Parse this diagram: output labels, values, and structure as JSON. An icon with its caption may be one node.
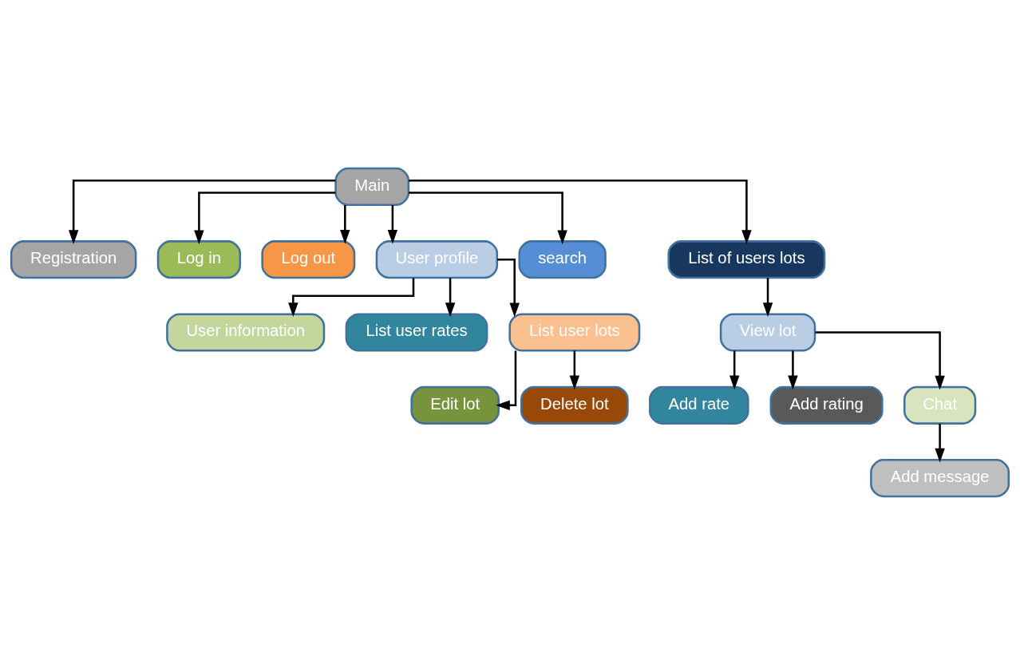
{
  "diagram": {
    "nodes": [
      {
        "text": [
          "Main"
        ]
      },
      {
        "text": [
          "Registration"
        ]
      },
      {
        "text": [
          "Log in"
        ]
      },
      {
        "text": [
          "Log out"
        ]
      },
      {
        "text": [
          "User profile"
        ]
      },
      {
        "text": [
          "search"
        ]
      },
      {
        "text": [
          "List of users lots"
        ]
      },
      {
        "text": [
          "User information"
        ]
      },
      {
        "text": [
          "List user rates"
        ]
      },
      {
        "text": [
          "List user lots"
        ]
      },
      {
        "text": [
          "Edit lot"
        ]
      },
      {
        "text": [
          "Delete lot"
        ]
      },
      {
        "text": [
          "View lot"
        ]
      },
      {
        "text": [
          "Add rate"
        ]
      },
      {
        "text": [
          "Add rating"
        ]
      },
      {
        "text": [
          "Chat"
        ]
      },
      {
        "text": [
          "Add message"
        ]
      }
    ],
    "edges": [
      {
        "from": 0,
        "to": 1,
        "arrow": "to"
      },
      {
        "from": 0,
        "to": 2,
        "arrow": "to"
      },
      {
        "from": 0,
        "to": 3,
        "arrow": "to"
      },
      {
        "from": 0,
        "to": 4,
        "arrow": "to"
      },
      {
        "from": 0,
        "to": 5,
        "arrow": "to"
      },
      {
        "from": 0,
        "to": 6,
        "arrow": "to"
      },
      {
        "from": 4,
        "to": 7,
        "arrow": "to"
      },
      {
        "from": 4,
        "to": 8,
        "arrow": "to"
      },
      {
        "from": 4,
        "to": 9,
        "arrow": "to"
      },
      {
        "from": 9,
        "to": 10,
        "arrow": "to"
      },
      {
        "from": 9,
        "to": 11,
        "arrow": "to"
      },
      {
        "from": 6,
        "to": 12,
        "arrow": "to"
      },
      {
        "from": 12,
        "to": 13,
        "arrow": "to"
      },
      {
        "from": 12,
        "to": 14,
        "arrow": "to"
      },
      {
        "from": 12,
        "to": 15,
        "arrow": "to"
      },
      {
        "from": 15,
        "to": 16,
        "arrow": "to"
      }
    ]
  }
}
